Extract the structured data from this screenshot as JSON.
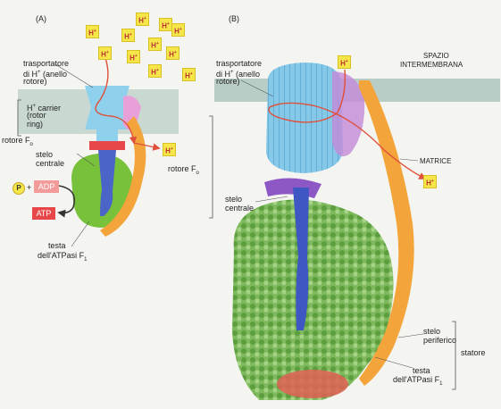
{
  "panel_a": {
    "tag": "(A)",
    "ion": "H",
    "ion_charge": "+",
    "transporter_label_1": "trasportatore",
    "transporter_label_2": "di H",
    "transporter_label_3": "(anello",
    "transporter_label_4": "rotore)",
    "carrier_label_1": "H",
    "carrier_label_2": "carrier",
    "carrier_label_3": "(rotor",
    "carrier_label_4": "ring)",
    "rotor_label": "rotore F",
    "rotor_sub": "o",
    "stalk_label_1": "stelo",
    "stalk_label_2": "centrale",
    "phosphate": "P",
    "plus": "+",
    "adp": "ADP",
    "atp": "ATP",
    "head_label_1": "testa",
    "head_label_2": "dell'ATPasi F",
    "head_sub": "1"
  },
  "panel_b": {
    "tag": "(B)",
    "transporter_label_1": "trasportatore",
    "transporter_label_2": "di H",
    "transporter_label_3": "(anello",
    "transporter_label_4": "rotore)",
    "space_label_1": "SPAZIO",
    "space_label_2": "INTERMEMBRANA",
    "matrix_label": "MATRICE",
    "rotor_label": "rotore F",
    "rotor_sub": "o",
    "stalk_label_1": "stelo",
    "stalk_label_2": "centrale",
    "peripheral_label_1": "stelo",
    "peripheral_label_2": "periferico",
    "stator_label": "statore",
    "head_label_1": "testa",
    "head_label_2": "dell'ATPasi F",
    "head_sub": "1"
  },
  "colors": {
    "membrane": "#c9d9d2",
    "rotor_blue": "#8fd0ec",
    "stalk_blue": "#4a64c8",
    "head_green": "#78c13a",
    "stator_orange": "#f3a43a",
    "arrow_red": "#e0503a",
    "ion_yellow": "#f5e64a",
    "adp_pink": "#f39a9a",
    "atp_red": "#e8474a"
  }
}
